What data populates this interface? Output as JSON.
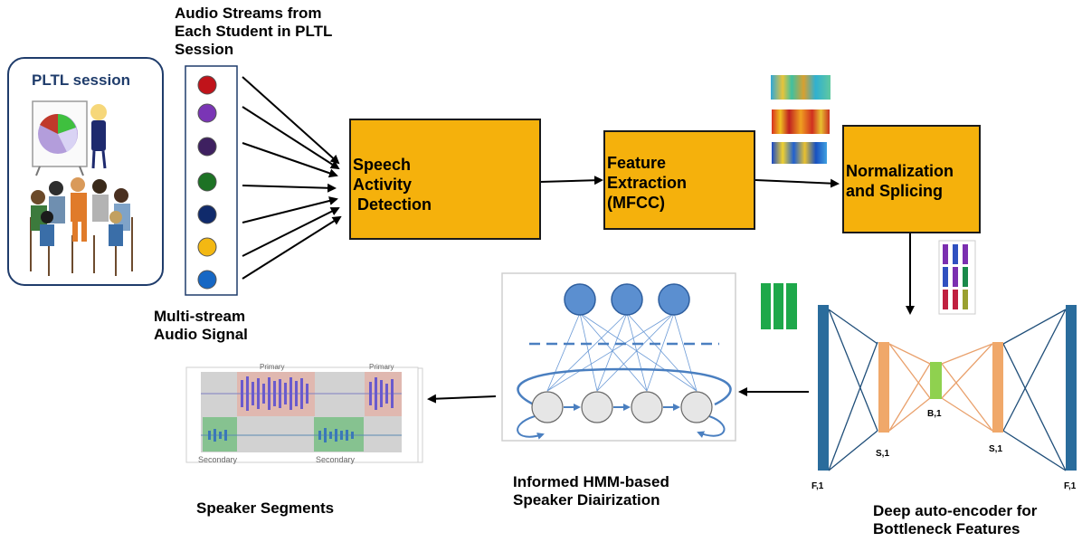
{
  "pltl": {
    "title": "PLTL session"
  },
  "audio_streams": {
    "title_lines": [
      "Audio Streams from",
      "Each Student in PLTL",
      "Session"
    ],
    "colors": [
      "#c0131a",
      "#7a35b5",
      "#3e2060",
      "#1d7224",
      "#102a6b",
      "#f3b812",
      "#1667c4"
    ]
  },
  "multistream": {
    "lines": [
      "Multi-stream",
      "Audio Signal"
    ]
  },
  "sad_box": {
    "lines": [
      "Speech",
      "Activity",
      " Detection"
    ]
  },
  "feat_box": {
    "lines": [
      "Feature",
      "Extraction",
      "(MFCC)"
    ]
  },
  "norm_box": {
    "lines": [
      "Normalization",
      "and Splicing"
    ]
  },
  "autoencoder": {
    "caption_lines": [
      "Deep auto-encoder for",
      "Bottleneck Features"
    ],
    "labels": {
      "f_left": "F,1",
      "s_left": "S,1",
      "b": "B,1",
      "s_right": "S,1",
      "f_right": "F,1"
    }
  },
  "hmm": {
    "caption_lines": [
      "Informed HMM-based",
      "Speaker Diairization"
    ]
  },
  "segments": {
    "caption": "Speaker Segments",
    "primary_label": "Primary",
    "secondary_label": "Secondary"
  }
}
